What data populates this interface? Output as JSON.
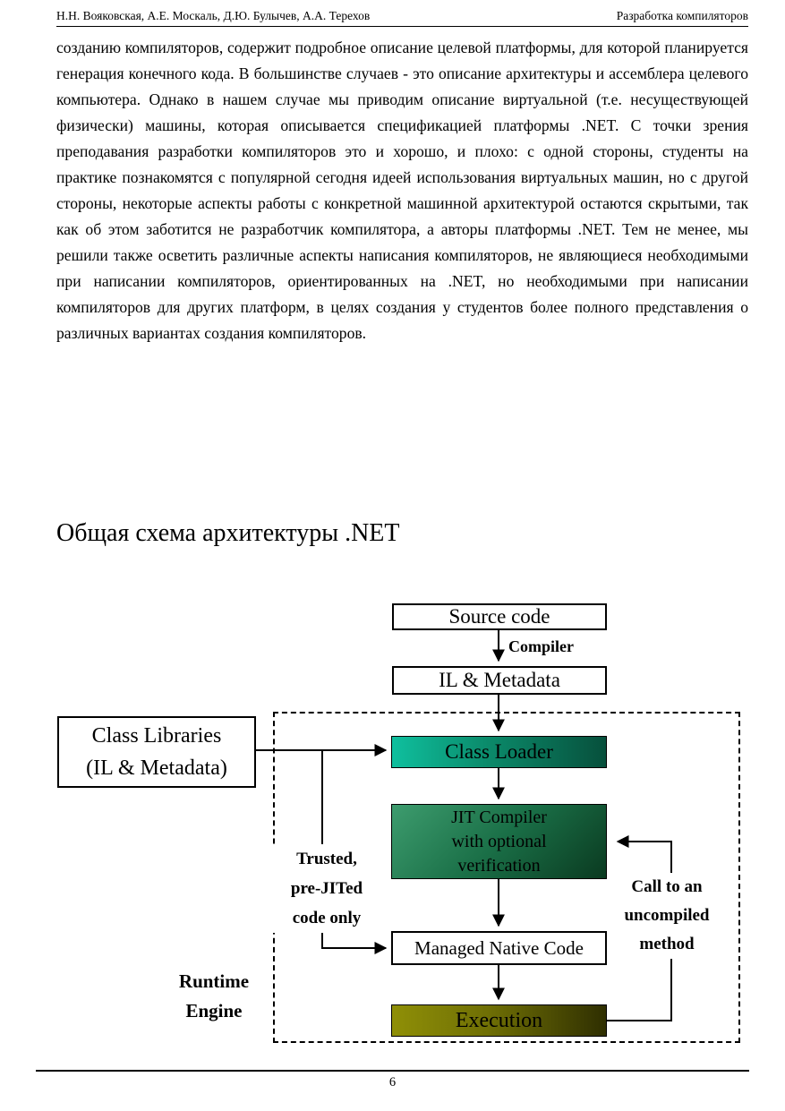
{
  "header": {
    "authors": "Н.Н. Вояковская, А.Е. Москаль, Д.Ю. Булычев, А.А. Терехов",
    "book_title": "Разработка компиляторов"
  },
  "body": {
    "paragraph": "созданию компиляторов, содержит подробное описание целевой платформы, для которой планируется генерация конечного кода. В большинстве случаев - это описание архитектуры и ассемблера целевого компьютера. Однако в нашем случае мы приводим описание виртуальной (т.е. несуществующей физически) машины, которая описывается спецификацией платформы .NET. С точки зрения преподавания разработки компиляторов это и хорошо, и плохо: с одной стороны, студенты на практике познакомятся с популярной сегодня идеей использования виртуальных машин, но с другой стороны, некоторые аспекты работы с конкретной машинной архитектурой остаются скрытыми, так как об этом заботится не разработчик компилятора, а авторы платформы .NET. Тем не менее, мы решили также осветить различные аспекты написания компиляторов, не являющиеся необходимыми при написании компиляторов, ориентированных на .NET, но необходимыми при написании компиляторов для других платформ, в целях создания у студентов более полного представления о различных вариантах создания компиляторов."
  },
  "section": {
    "heading": "Общая схема архитектуры .NET"
  },
  "diagram": {
    "source_code_label": "Source code",
    "compiler_arrow_label": "Compiler",
    "il_metadata_label": "IL & Metadata",
    "class_libraries_label": "Class Libraries\n(IL & Metadata)",
    "class_loader_label": "Class Loader",
    "jit_compiler_label": "JIT Compiler\nwith optional\nverification",
    "trusted_code_label": "Trusted,\npre-JITed\ncode only",
    "managed_native_code_label": "Managed Native Code",
    "call_uncompiled_label": "Call to an\nuncompiled\nmethod",
    "execution_label": "Execution",
    "runtime_engine_label": "Runtime\nEngine",
    "colors": {
      "class_loader_gradient": [
        "#0fbf9e",
        "#07503c"
      ],
      "jit_gradient": [
        "#3d9c6e",
        "#0a3a20"
      ],
      "execution_gradient": [
        "#8f8f06",
        "#2f2f01"
      ],
      "arrow": "#000000"
    }
  },
  "footer": {
    "page_number": "6"
  }
}
